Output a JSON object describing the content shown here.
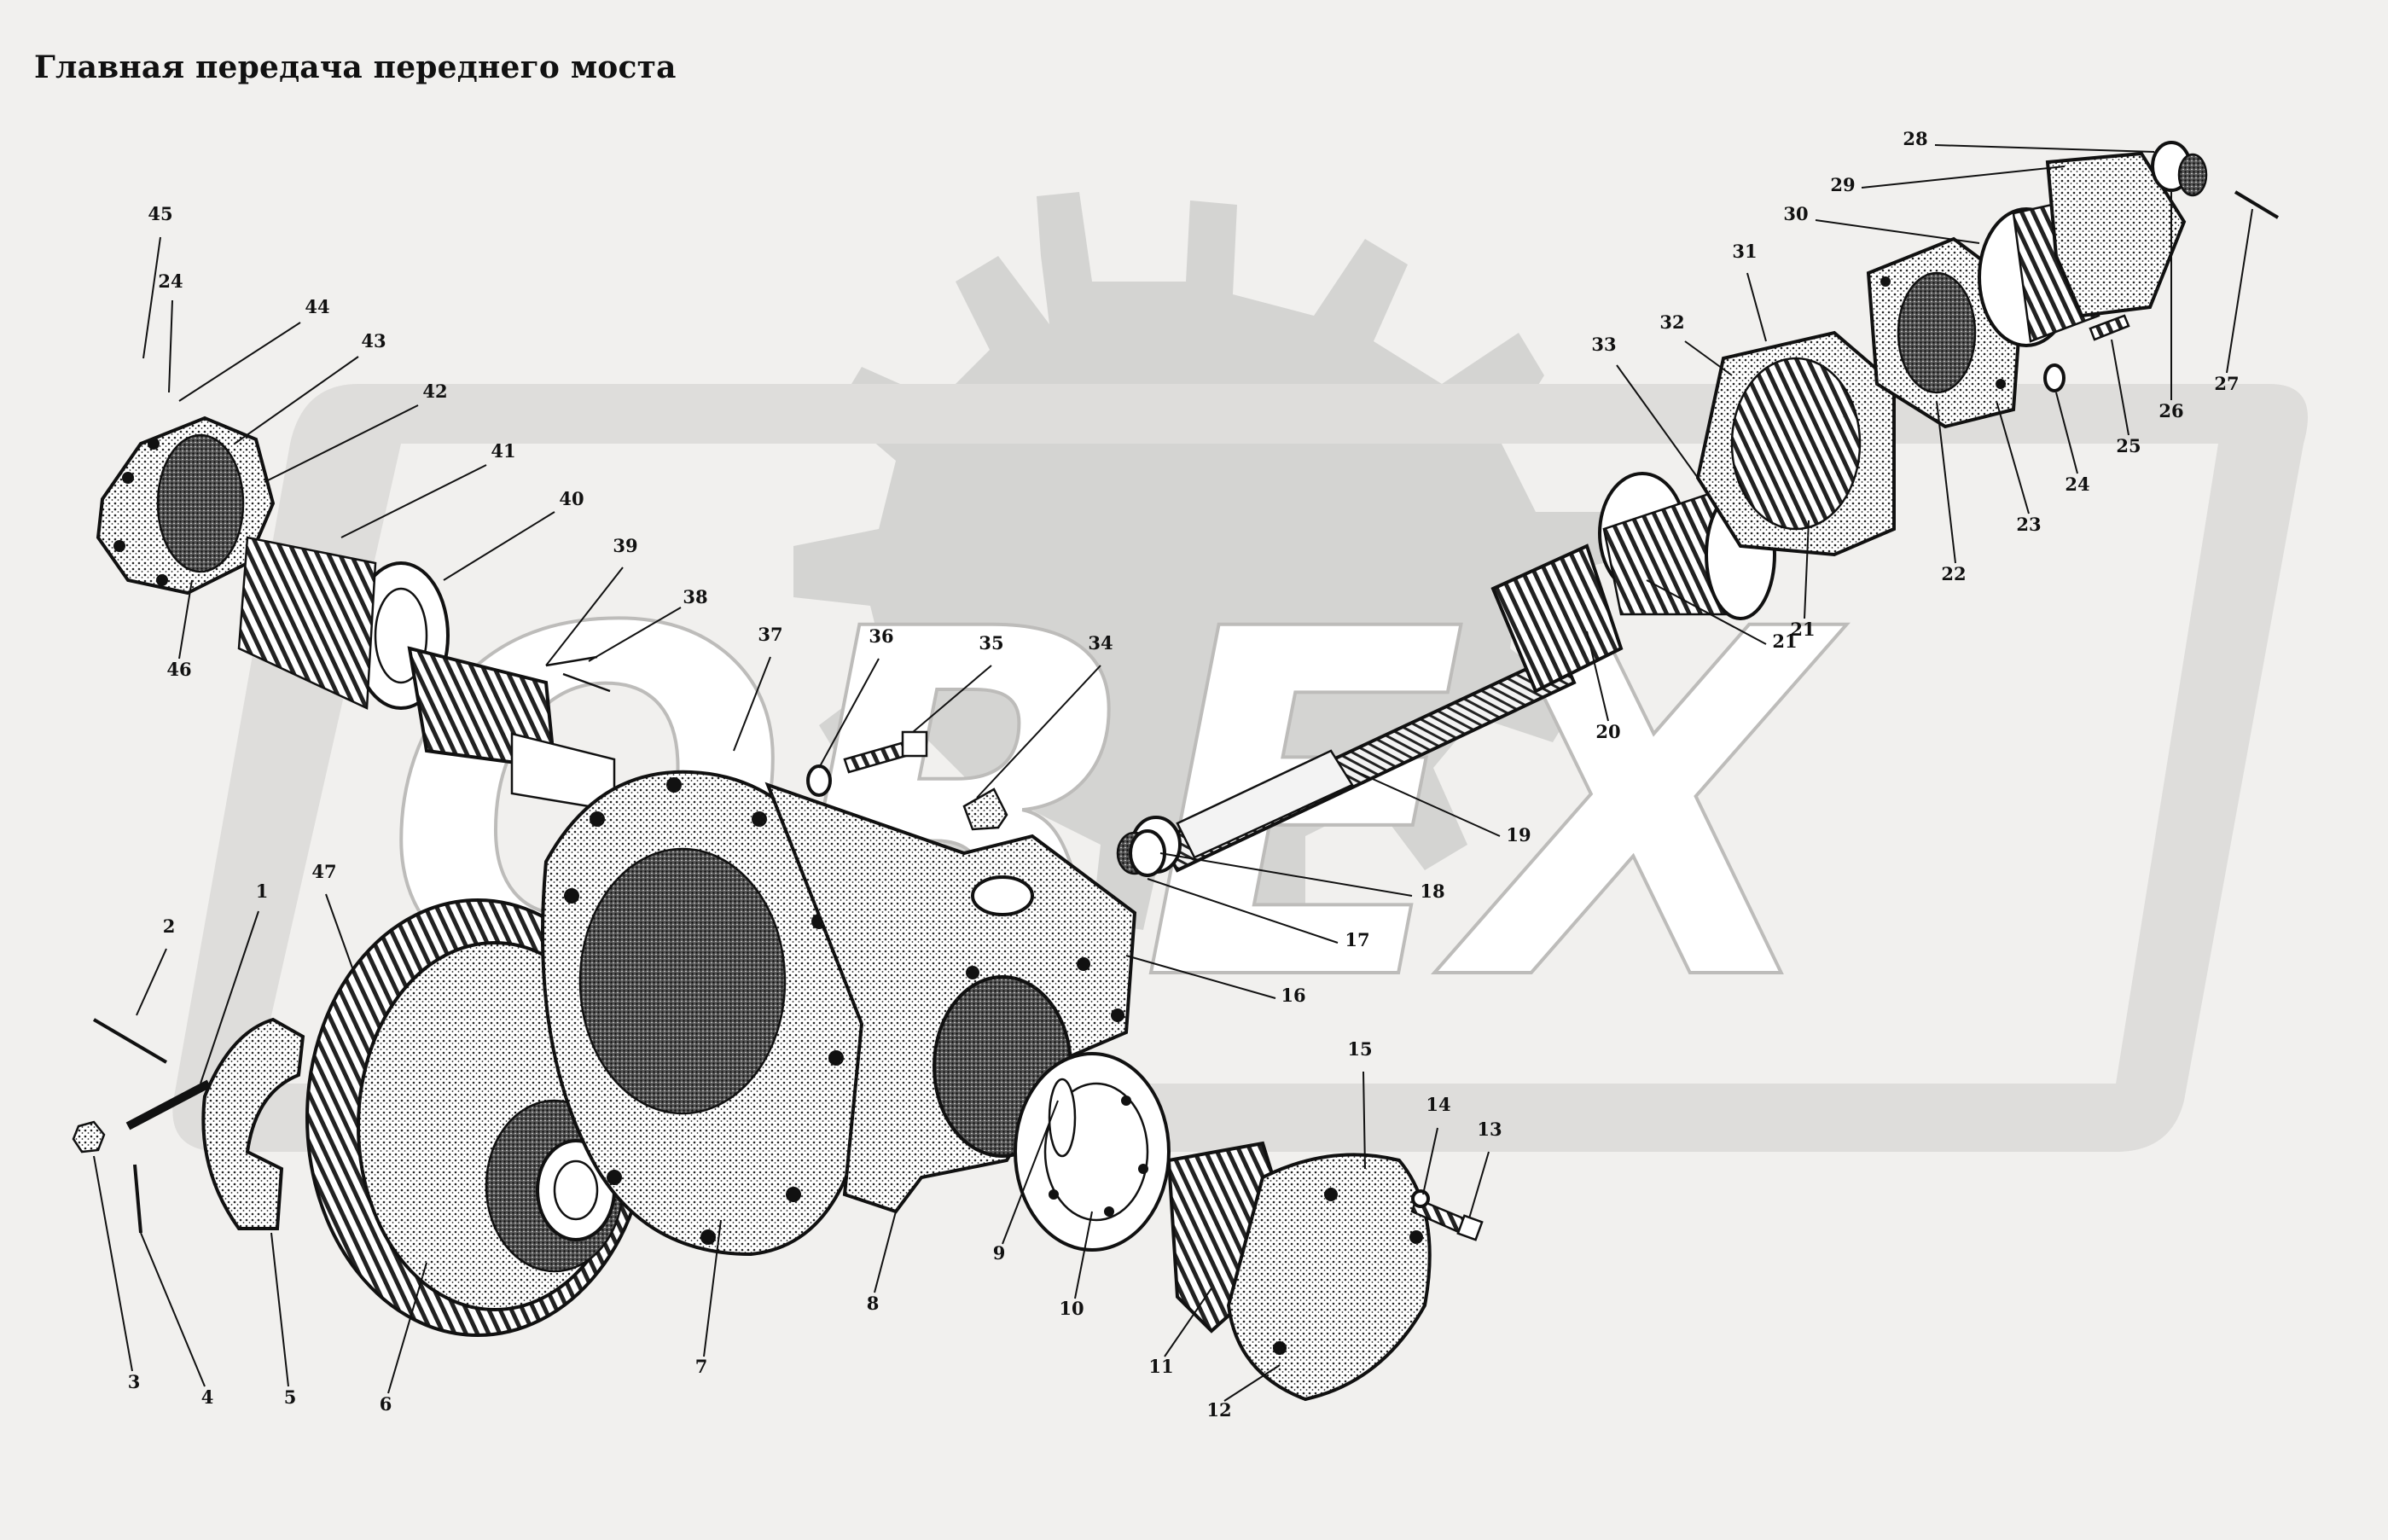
{
  "title": "Главная передача переднего моста",
  "watermark": {
    "text": "OREX",
    "color": "#d4d4d2"
  },
  "colors": {
    "background": "#f1f0ee",
    "ink": "#111111",
    "shadow": "#2a2a2a",
    "part_fill": "#ffffff"
  },
  "callouts": [
    {
      "label": "1"
    },
    {
      "label": "2"
    },
    {
      "label": "3"
    },
    {
      "label": "4"
    },
    {
      "label": "5"
    },
    {
      "label": "6"
    },
    {
      "label": "7"
    },
    {
      "label": "8"
    },
    {
      "label": "9"
    },
    {
      "label": "10"
    },
    {
      "label": "11"
    },
    {
      "label": "12"
    },
    {
      "label": "13"
    },
    {
      "label": "14"
    },
    {
      "label": "15"
    },
    {
      "label": "16"
    },
    {
      "label": "17"
    },
    {
      "label": "18"
    },
    {
      "label": "19"
    },
    {
      "label": "20"
    },
    {
      "label": "21"
    },
    {
      "label": "21"
    },
    {
      "label": "22"
    },
    {
      "label": "23"
    },
    {
      "label": "24"
    },
    {
      "label": "24"
    },
    {
      "label": "25"
    },
    {
      "label": "26"
    },
    {
      "label": "27"
    },
    {
      "label": "28"
    },
    {
      "label": "29"
    },
    {
      "label": "30"
    },
    {
      "label": "31"
    },
    {
      "label": "32"
    },
    {
      "label": "33"
    },
    {
      "label": "34"
    },
    {
      "label": "35"
    },
    {
      "label": "36"
    },
    {
      "label": "37"
    },
    {
      "label": "38"
    },
    {
      "label": "39"
    },
    {
      "label": "40"
    },
    {
      "label": "41"
    },
    {
      "label": "42"
    },
    {
      "label": "43"
    },
    {
      "label": "44"
    },
    {
      "label": "45"
    },
    {
      "label": "46"
    },
    {
      "label": "47"
    }
  ]
}
